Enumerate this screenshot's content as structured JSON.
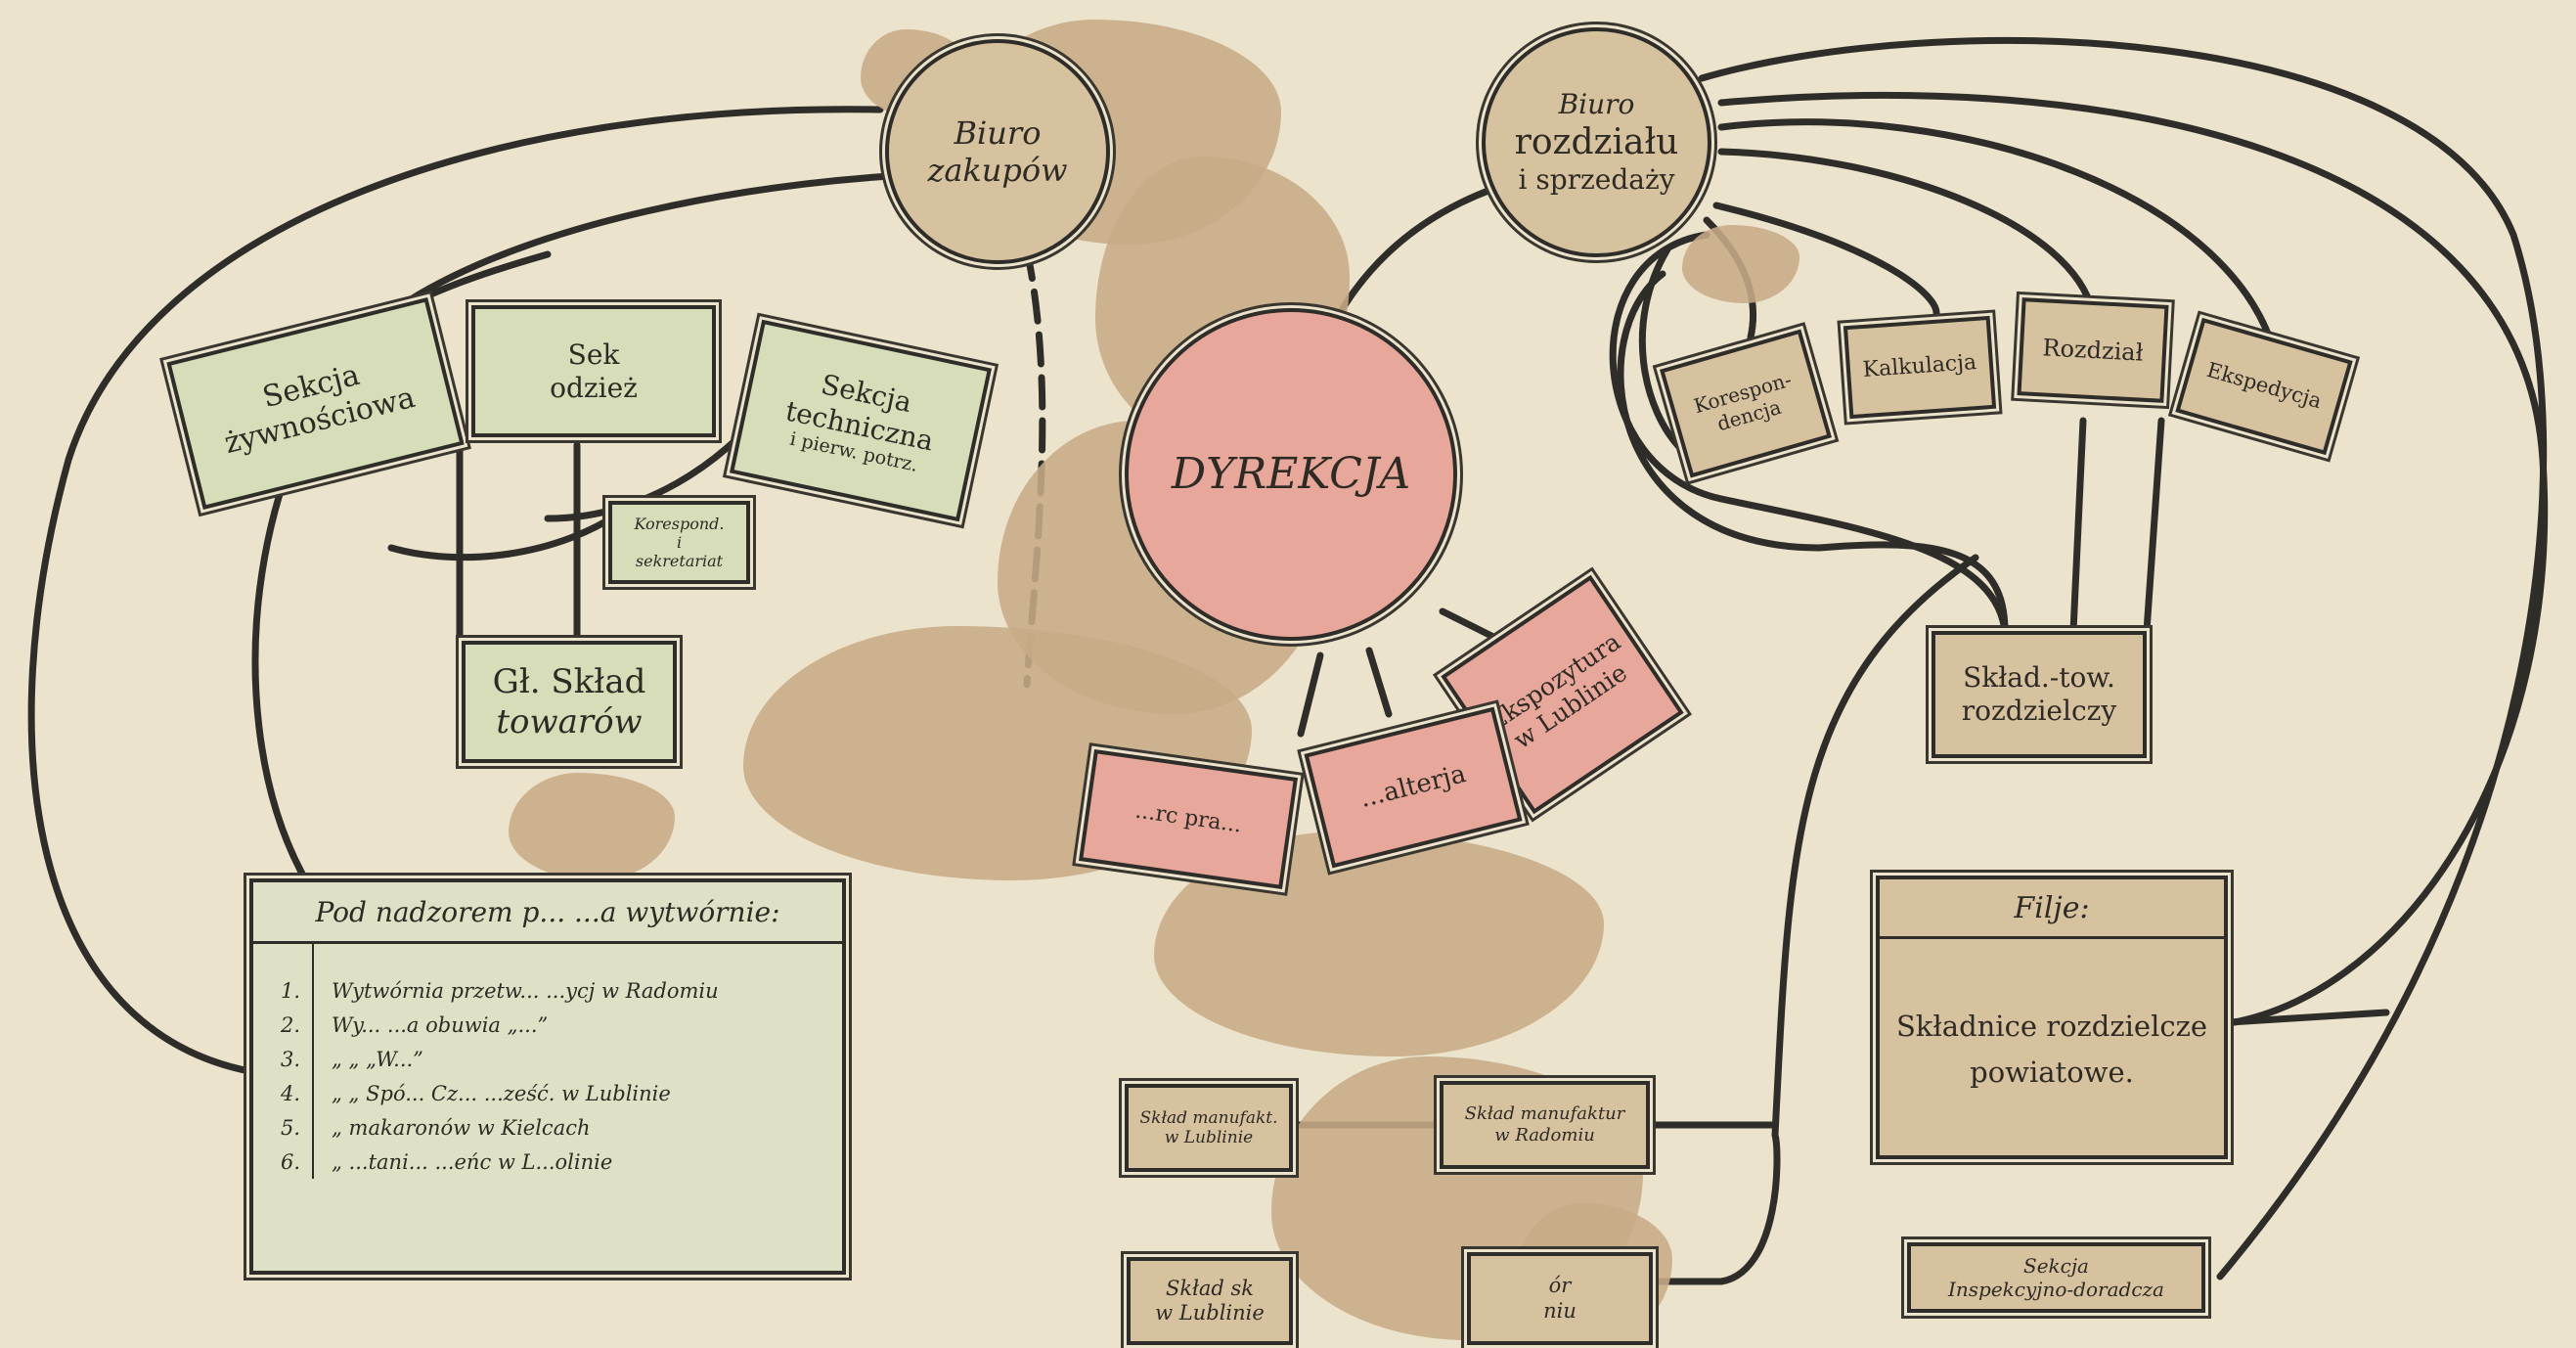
{
  "nodes": {
    "biuro_zakupow": "Biuro zakupów",
    "biuro_rozdzialu": {
      "line1": "Biuro",
      "line2": "rozdziału",
      "line3": "i sprzedaży"
    },
    "dyrekcja": "DYREKCJA",
    "sekcja_zywnosciowa": {
      "line1": "Sekcja",
      "line2": "żywnościowa"
    },
    "sekcja_odziezowa": {
      "line1": "Sek",
      "line2": "odzież"
    },
    "sekcja_techniczna": {
      "line1": "Sekcja",
      "line2": "techniczna",
      "line3": "i pierw. potrz."
    },
    "korespond_sekretariat": {
      "line1": "Korespond.",
      "line2": "i",
      "line3": "sekretariat"
    },
    "gl_sklad_towarow": {
      "line1": "Gł. Skład",
      "line2": "towarów"
    },
    "korespondencja": {
      "line1": "Korespon-",
      "line2": "dencja"
    },
    "kalkulacja": "Kalkulacja",
    "rozdzial": "Rozdział",
    "ekspedycja": "Ekspedycja",
    "sklad_tow_rozdzielczy": {
      "line1": "Skład.-tow.",
      "line2": "rozdzielczy"
    },
    "ekspozytura": {
      "line1": "Ekspozytura",
      "line2": "w Lublinie"
    },
    "buchalterja": "...alterja",
    "prawny": "...rc pra...",
    "filje_title": "Filje:",
    "filje_body": {
      "line1": "Składnice rozdzielcze",
      "line2": "powiatowe."
    },
    "sklad_manufakt_lublin": {
      "line1": "Skład manufakt.",
      "line2": "w Lublinie"
    },
    "sklad_manufaktur_radom": {
      "line1": "Skład manufaktur",
      "line2": "w Radomiu"
    },
    "sklad_lublin_bottom": {
      "line1": "Skład sk",
      "line2": "w Lublinie"
    },
    "sklad_radom_bottom": {
      "line1": "ór",
      "line2": "niu"
    },
    "sekcja_inspekcyjno": {
      "line1": "Sekcja",
      "line2": "Inspekcyjno-doradcza"
    }
  },
  "legend": {
    "title": "Pod nadzorem p... ...a wytwórnie:",
    "items": [
      {
        "num": "1.",
        "text": "Wytwórnia przetw... ...ycj w Radomiu"
      },
      {
        "num": "2.",
        "text": "Wy... ...a obuwia „...”"
      },
      {
        "num": "3.",
        "text": "„ „ „W...”"
      },
      {
        "num": "4.",
        "text": "„ „ Spó... Cz... ...ześć. w Lublinie"
      },
      {
        "num": "5.",
        "text": "„ makaronów w Kielcach"
      },
      {
        "num": "6.",
        "text": "„ ...tani... ...eńc w L...olinie"
      }
    ]
  },
  "colors": {
    "paper": "#ece3cc",
    "ink": "#2f2d29",
    "section_green": "#d6ddb8",
    "section_tan": "#d7c29f",
    "direction_pink": "#e7a79a",
    "stain": "#c7ab86"
  }
}
